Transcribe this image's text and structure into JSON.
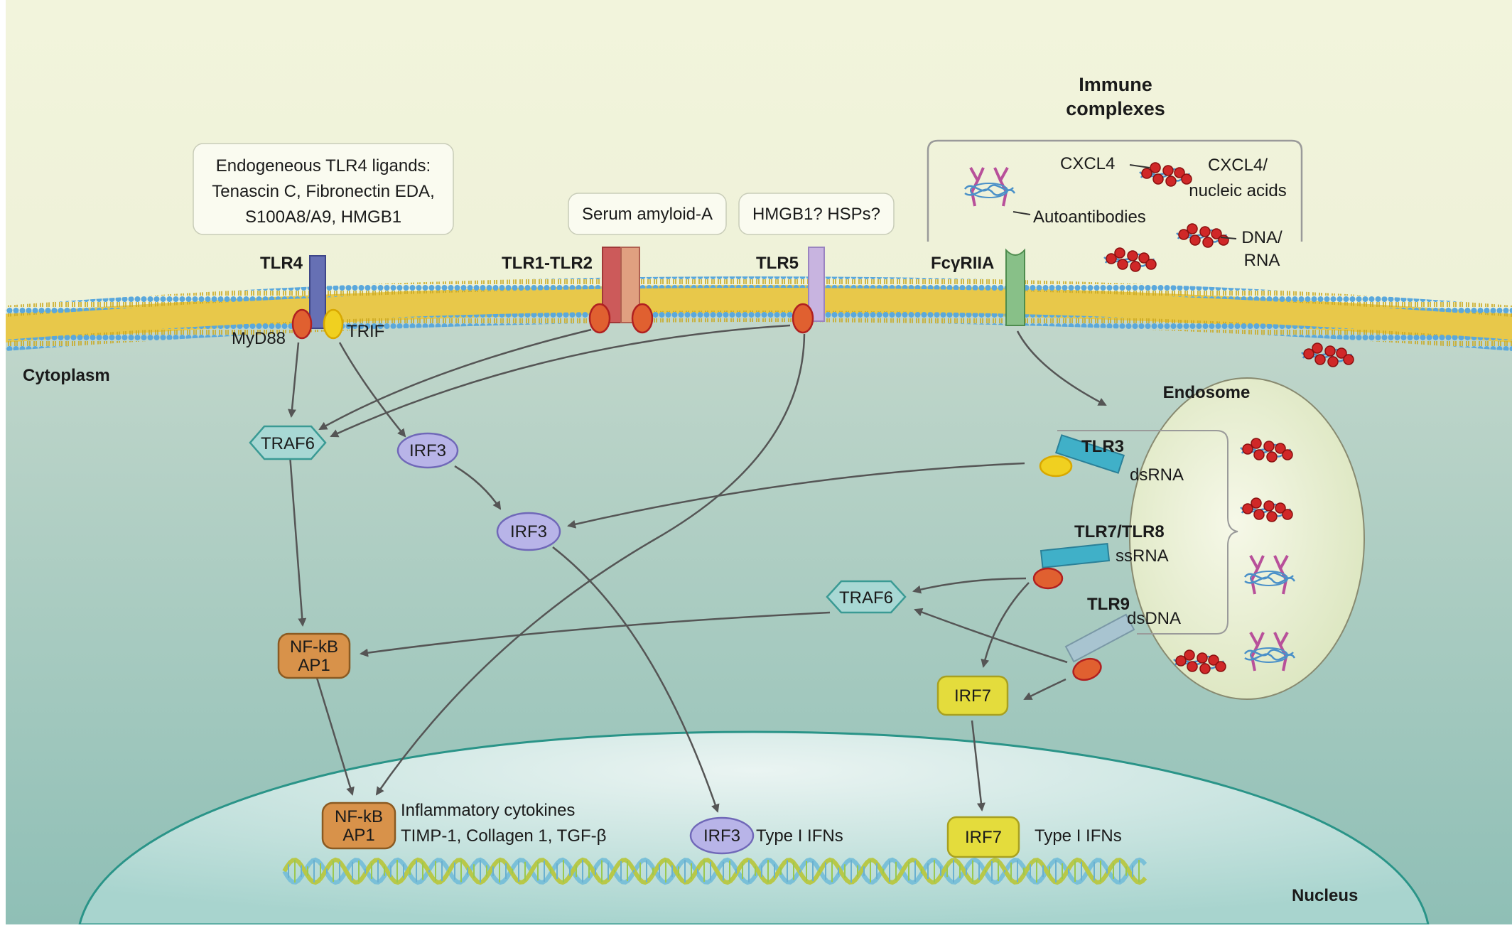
{
  "regions": {
    "cytoplasm": "Cytoplasm",
    "nucleus": "Nucleus",
    "endosome": "Endosome"
  },
  "ligand_boxes": {
    "tlr4_ligands": [
      "Endogeneous TLR4 ligands:",
      "Tenascin C, Fibronectin EDA,",
      "S100A8/A9, HMGB1"
    ],
    "tlr2_ligand": "Serum amyloid-A",
    "tlr5_ligand": "HMGB1? HSPs?"
  },
  "immune_complexes": {
    "title": [
      "Immune",
      "complexes"
    ],
    "cxcl4": "CXCL4",
    "cxcl4_nucleic": [
      "CXCL4/",
      "nucleic acids"
    ],
    "autoantibodies": "Autoantibodies",
    "dna_rna": [
      "DNA/",
      "RNA"
    ]
  },
  "receptors": {
    "tlr4": "TLR4",
    "tlr1_tlr2": "TLR1-TLR2",
    "tlr5": "TLR5",
    "fcgriia": [
      "Fc",
      "γ",
      "RIIA"
    ],
    "myd88": "MyD88",
    "trif": "TRIF"
  },
  "endosome_receptors": {
    "tlr3": "TLR3",
    "dsrna": "dsRNA",
    "tlr7_tlr8": "TLR7/TLR8",
    "ssrna": "ssRNA",
    "tlr9": "TLR9",
    "dsdna": "dsDNA"
  },
  "nodes": {
    "traf6_left": "TRAF6",
    "traf6_right": "TRAF6",
    "irf3_a": "IRF3",
    "irf3_b": "IRF3",
    "irf3_nuc": "IRF3",
    "nfkb_cyto": [
      "NF-kB",
      "AP1"
    ],
    "nfkb_nuc": [
      "NF-kB",
      "AP1"
    ],
    "irf7_cyto": "IRF7",
    "irf7_nuc": "IRF7"
  },
  "outputs": {
    "nfkb_products": [
      "Inflammatory cytokines",
      "TIMP-1, Collagen 1, TGF-β"
    ],
    "irf3_product": "Type I IFNs",
    "irf7_product": "Type I IFNs"
  },
  "colors": {
    "membrane": "#e8c84a",
    "lipid_head": "#5aa8dc",
    "tlr4": "#6670b4",
    "tlr2_left": "#cc5a5a",
    "tlr2_right": "#e0a080",
    "tlr5": "#c8b4e0",
    "fcgr": "#88c088",
    "myd88": "#e06030",
    "trif": "#f0d020",
    "traf6": "#a8d8d4",
    "irf3": "#b8b4e8",
    "nfkb": "#d8924a",
    "irf7": "#e4dc3c",
    "tlr3_7": "#40b0c8",
    "tlr9": "#a8c4d0",
    "arrow": "#555555"
  }
}
